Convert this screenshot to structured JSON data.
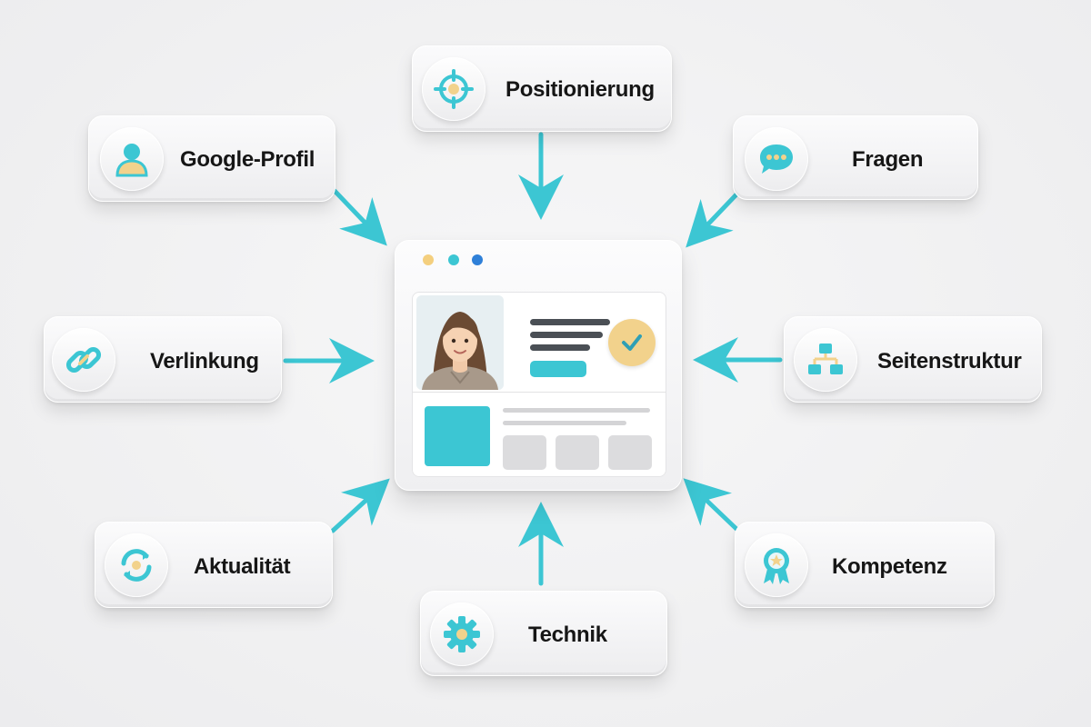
{
  "nodes": {
    "positionierung": "Positionierung",
    "google_profil": "Google-Profil",
    "fragen": "Fragen",
    "verlinkung": "Verlinkung",
    "seitenstruktur": "Seitenstruktur",
    "aktualitaet": "Aktualität",
    "technik": "Technik",
    "kompetenz": "Kompetenz"
  },
  "colors": {
    "accent": "#3cc6d3",
    "gold": "#f2d28c",
    "window_dot_1": "#f4cf7e",
    "window_dot_2": "#3cc6d3",
    "window_dot_3": "#2f80d8"
  },
  "icons": {
    "positionierung": "crosshair-target-icon",
    "google_profil": "user-profile-icon",
    "fragen": "speech-bubble-icon",
    "verlinkung": "chain-link-icon",
    "seitenstruktur": "sitemap-icon",
    "aktualitaet": "refresh-cycle-icon",
    "technik": "gear-icon",
    "kompetenz": "award-badge-icon"
  }
}
